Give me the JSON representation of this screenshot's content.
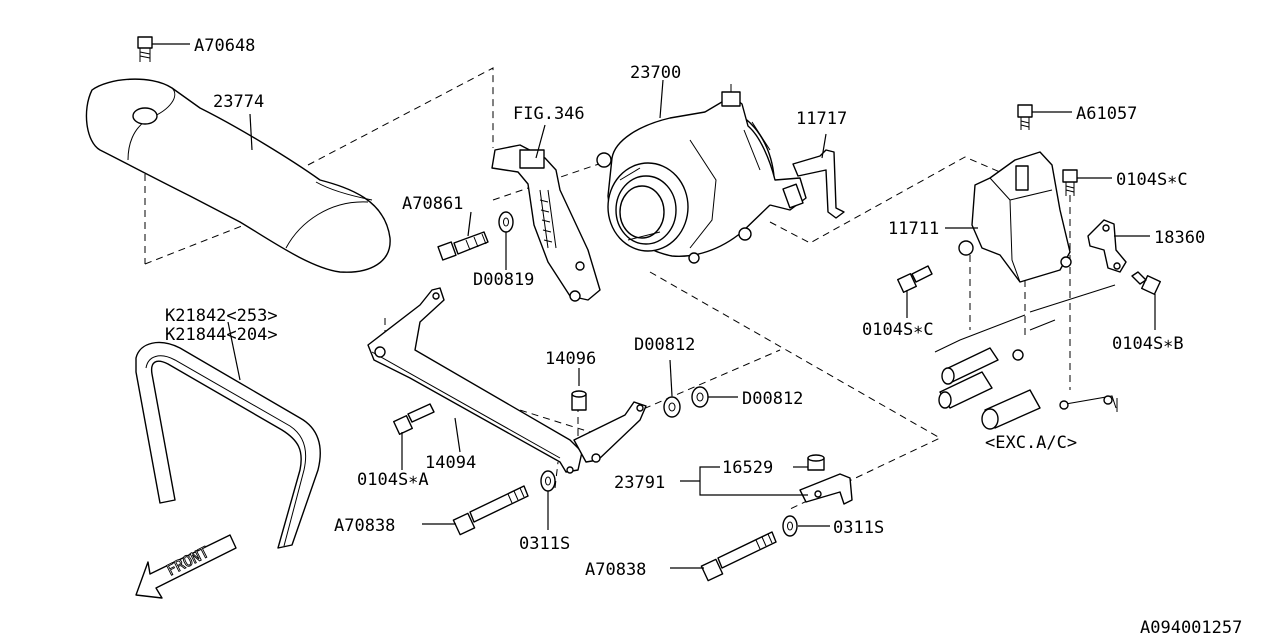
{
  "labels": {
    "a70648": "A70648",
    "p23774": "23774",
    "p23700": "23700",
    "fig346": "FIG.346",
    "p11717": "11717",
    "a61057": "A61057",
    "c0104_top": "0104S∗C",
    "p11711": "11711",
    "p18360": "18360",
    "a70861": "A70861",
    "d00819": "D00819",
    "c0104_left": "0104S∗C",
    "b0104": "0104S∗B",
    "k21842": "K21842<253>",
    "k21844": "K21844<204>",
    "p14096": "14096",
    "d00812_top": "D00812",
    "d00812_right": "D00812",
    "exc": "<EXC.A/C>",
    "a0104": "0104S∗A",
    "p14094": "14094",
    "p23791": "23791",
    "p16529": "16529",
    "a70838_left": "A70838",
    "s0311_left": "0311S",
    "s0311_right": "0311S",
    "a70838_bottom": "A70838",
    "front": "FRONT",
    "diagram_id": "A094001257"
  }
}
